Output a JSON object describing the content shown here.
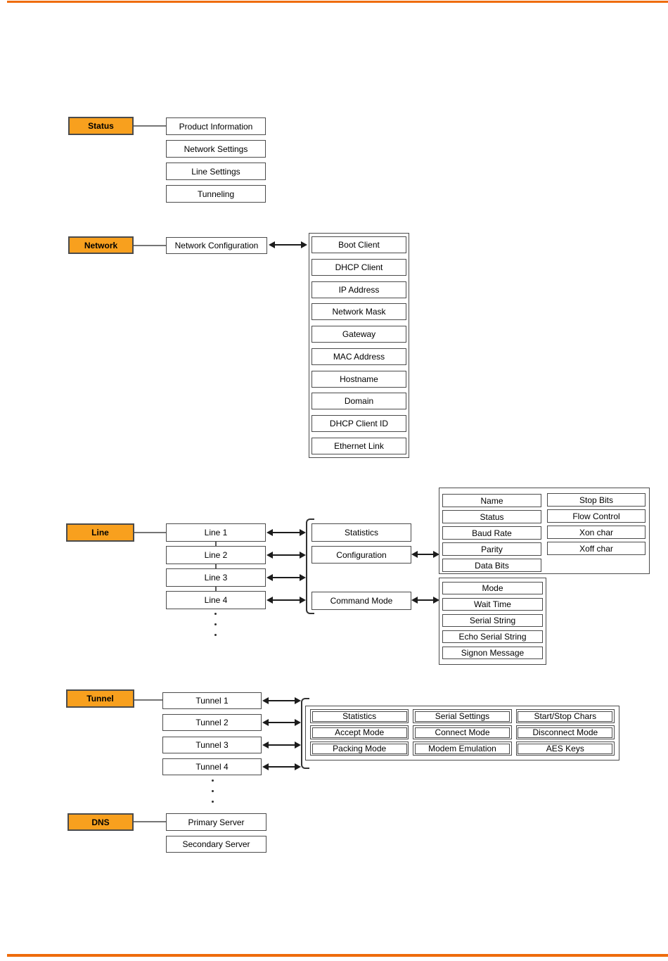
{
  "colors": {
    "rule_orange": "#EF6C0C",
    "menu_orange": "#F8A01E",
    "box_border": "#4b4b4b"
  },
  "sections": {
    "status": {
      "label": "Status",
      "items": [
        "Product Information",
        "Network Settings",
        "Line Settings",
        "Tunneling"
      ]
    },
    "network": {
      "label": "Network",
      "node": "Network Configuration",
      "items": [
        "Boot Client",
        "DHCP Client",
        "IP Address",
        "Network Mask",
        "Gateway",
        "MAC Address",
        "Hostname",
        "Domain",
        "DHCP Client ID",
        "Ethernet Link"
      ]
    },
    "line": {
      "label": "Line",
      "nodes": [
        "Line 1",
        "Line 2",
        "Line 3",
        "Line 4"
      ],
      "submenus": {
        "statistics": "Statistics",
        "configuration": "Configuration",
        "command_mode": "Command Mode"
      },
      "configuration_detail": {
        "left": [
          "Name",
          "Status",
          "Baud Rate",
          "Parity",
          "Data Bits"
        ],
        "right": [
          "Stop Bits",
          "Flow Control",
          "Xon char",
          "Xoff char"
        ]
      },
      "command_mode_detail": [
        "Mode",
        "Wait Time",
        "Serial String",
        "Echo Serial String",
        "Signon Message"
      ]
    },
    "tunnel": {
      "label": "Tunnel",
      "nodes": [
        "Tunnel 1",
        "Tunnel 2",
        "Tunnel 3",
        "Tunnel 4"
      ],
      "grid": [
        [
          "Statistics",
          "Serial Settings",
          "Start/Stop Chars"
        ],
        [
          "Accept Mode",
          "Connect Mode",
          "Disconnect Mode"
        ],
        [
          "Packing Mode",
          "Modem Emulation",
          "AES Keys"
        ]
      ]
    },
    "dns": {
      "label": "DNS",
      "items": [
        "Primary Server",
        "Secondary Server"
      ]
    }
  }
}
